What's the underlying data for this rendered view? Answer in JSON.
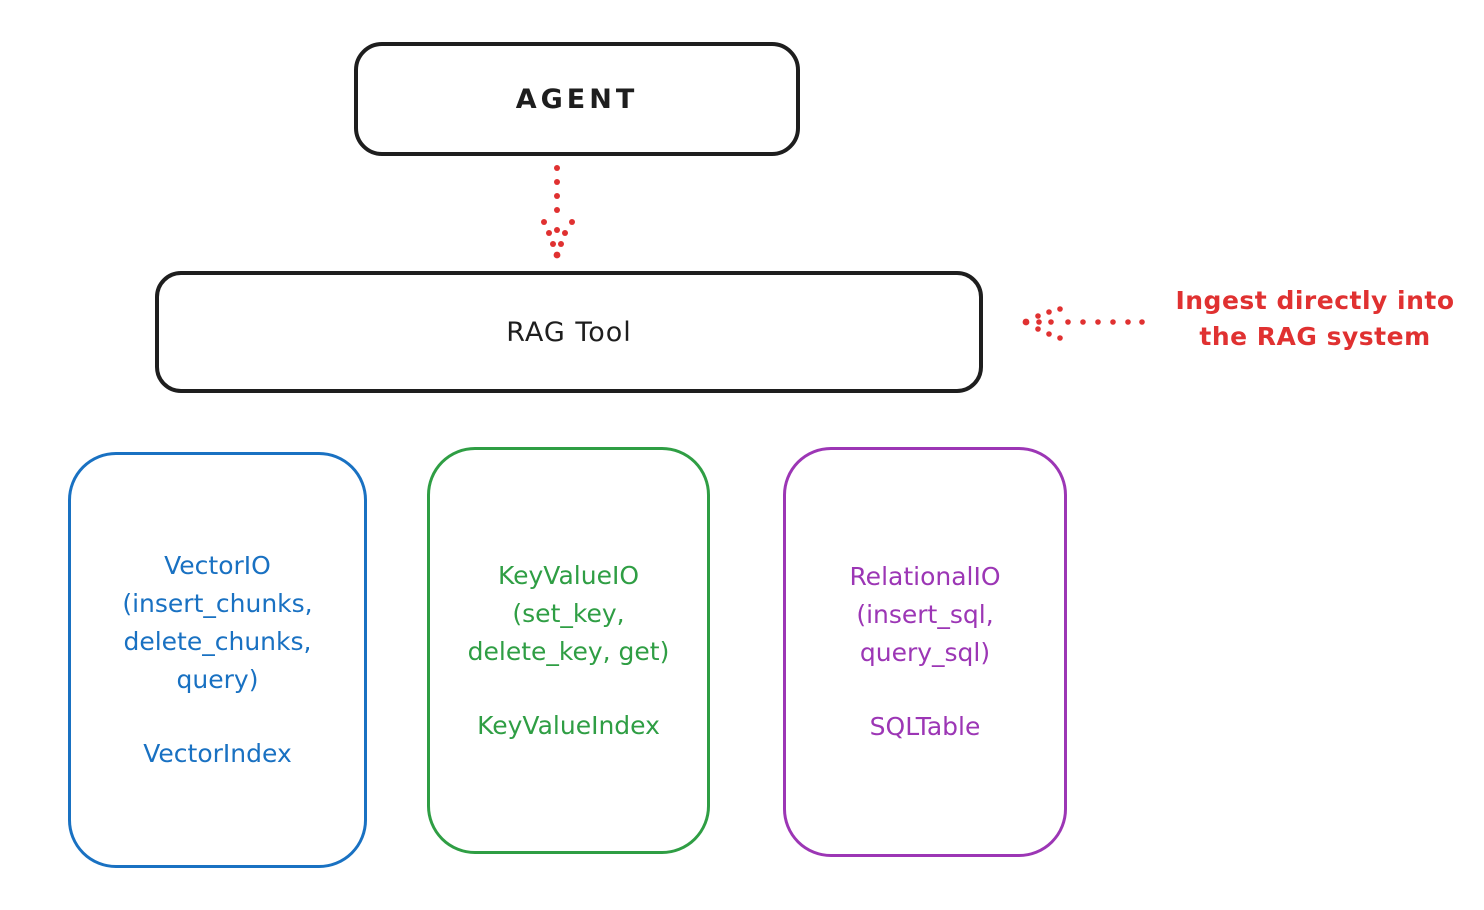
{
  "colors": {
    "ink": "#1e1e1e",
    "red": "#e03131",
    "blue": "#1971c2",
    "green": "#2f9e44",
    "purple": "#9c36b5",
    "background": "#ffffff"
  },
  "nodes": {
    "agent": {
      "label": "AGENT"
    },
    "rag_tool": {
      "label": "RAG Tool"
    }
  },
  "annotation": {
    "text": "Ingest directly into\nthe RAG system"
  },
  "arrows": [
    {
      "name": "agent-to-rag-tool",
      "style": "dotted",
      "color": "#e03131",
      "direction": "down"
    },
    {
      "name": "annotation-to-rag-tool",
      "style": "dotted",
      "color": "#e03131",
      "direction": "left"
    }
  ],
  "backends": [
    {
      "name": "vector-io",
      "io_text": "VectorIO\n(insert_chunks,\ndelete_chunks,\nquery)",
      "index_label": "VectorIndex",
      "color": "#1971c2"
    },
    {
      "name": "key-value-io",
      "io_text": "KeyValueIO\n(set_key,\ndelete_key, get)",
      "index_label": "KeyValueIndex",
      "color": "#2f9e44"
    },
    {
      "name": "relational-io",
      "io_text": "RelationalIO\n(insert_sql,\nquery_sql)",
      "index_label": "SQLTable",
      "color": "#9c36b5"
    }
  ]
}
